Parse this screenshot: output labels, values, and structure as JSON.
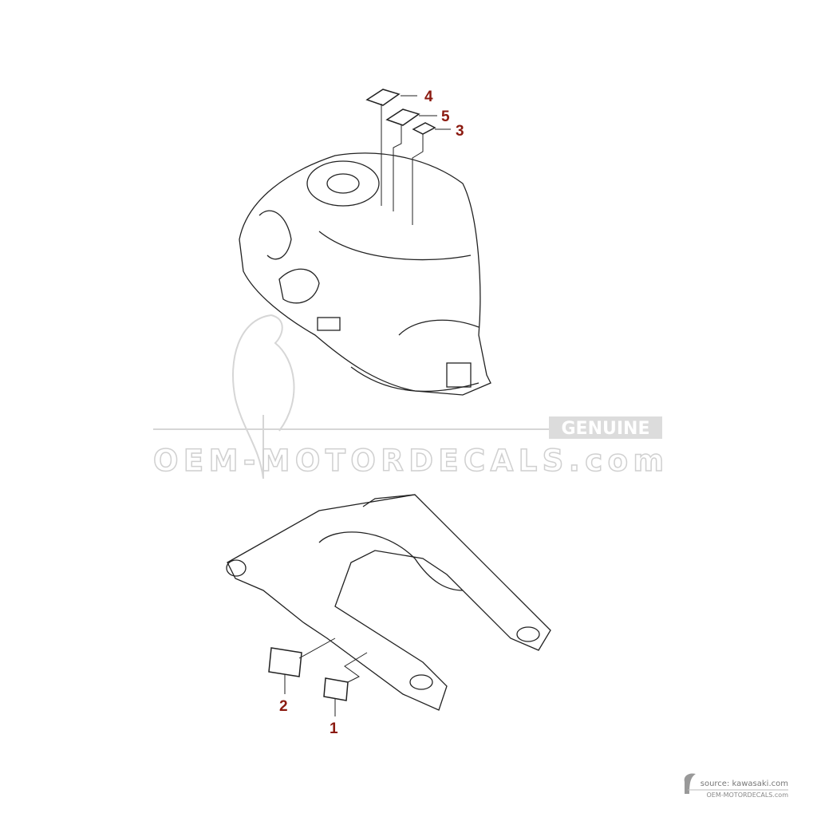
{
  "diagram": {
    "callouts": [
      {
        "id": "4",
        "label": "4"
      },
      {
        "id": "5",
        "label": "5"
      },
      {
        "id": "3",
        "label": "3"
      },
      {
        "id": "2",
        "label": "2"
      },
      {
        "id": "1",
        "label": "1"
      }
    ],
    "parts": [
      "fuel-tank",
      "swingarm"
    ]
  },
  "watermark": {
    "badge": "GENUINE",
    "text": "OEM-MOTORDECALS.com"
  },
  "footer": {
    "source": "source: kawasaki.com",
    "site": "OEM-MOTORDECALS.com"
  },
  "colors": {
    "callout": "#8b1a10",
    "line": "#222222",
    "watermark": "#d8d8d8"
  }
}
